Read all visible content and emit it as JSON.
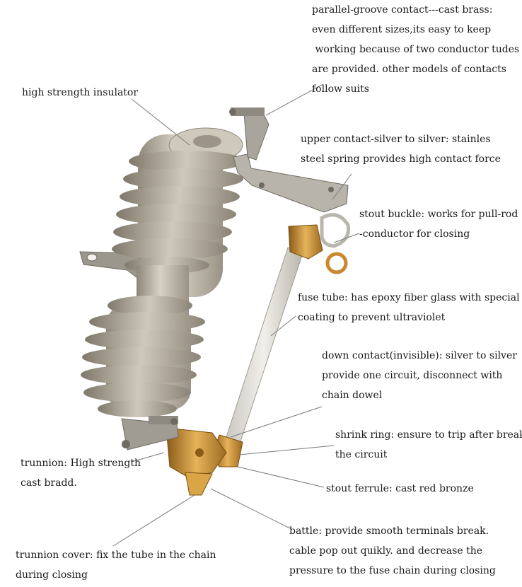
{
  "labels": {
    "parallel_groove": [
      "parallel-groove contact---cast brass:",
      "even different sizes,its easy to keep",
      " working because of two conductor tudes",
      "are provided. other models of contacts",
      "follow suits"
    ],
    "insulator": [
      "high strength insulator"
    ],
    "upper_contact": [
      "upper contact-silver to silver: stainles",
      "steel spring provides high contact force"
    ],
    "stout_buckle": [
      "stout buckle: works for pull-rod",
      "-conductor for closing"
    ],
    "fuse_tube": [
      "fuse tube: has epoxy fiber glass with special",
      "coating to prevent ultraviolet"
    ],
    "down_contact": [
      "down contact(invisible): silver to silver",
      "provide one circuit, disconnect with",
      "chain dowel"
    ],
    "shrink_ring": [
      "shrink ring: ensure to trip after break",
      "the circuit"
    ],
    "trunnion": [
      "trunnion: High strength",
      "cast bradd."
    ],
    "stout_ferrule": [
      "stout ferrule: cast red bronze"
    ],
    "battle": [
      "battle: provide smooth terminals break.",
      "cable pop out quikly. and decrease the",
      "pressure to the fuse chain during closing"
    ],
    "trunnion_cover": [
      "trunnion cover: fix the tube in the chain",
      "during closing"
    ]
  },
  "colors": {
    "porcelain": "#bdb7a8",
    "porcelain_dark": "#8f887a",
    "bronze": "#c98a2e",
    "leader": "#7a7a7a",
    "steel": "#b8b4ab"
  }
}
